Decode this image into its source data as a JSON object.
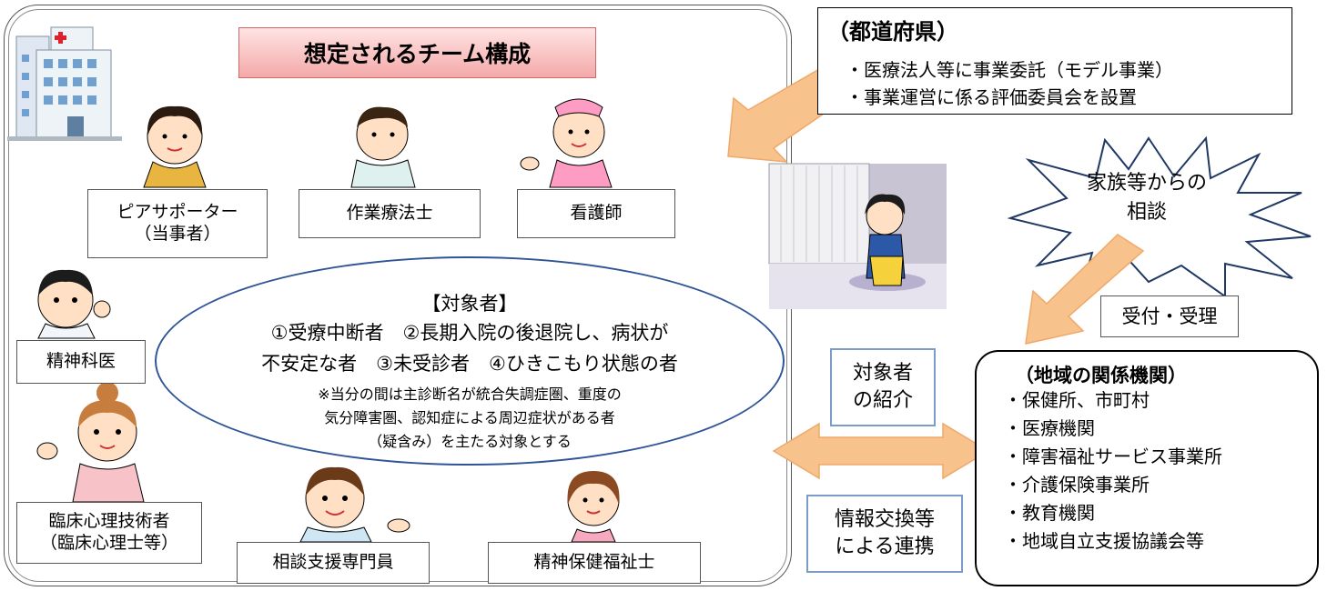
{
  "team": {
    "title": "想定されるチーム構成",
    "roles": {
      "peer_line1": "ピアサポーター",
      "peer_line2": "（当事者）",
      "ot": "作業療法士",
      "nurse": "看護師",
      "psychiatrist": "精神科医",
      "psych_line1": "臨床心理技術者",
      "psych_line2": "（臨床心理士等）",
      "counselor": "相談支援専門員",
      "psw": "精神保健福祉士"
    },
    "target": {
      "heading": "【対象者】",
      "line1": "①受療中断者　②長期入院の後退院し、病状が",
      "line2": "不安定な者　③未受診者　④ひきこもり状態の者",
      "note1": "※当分の間は主診断名が統合失調症圏、重度の",
      "note2": "気分障害圏、認知症による周辺症状がある者",
      "note3": "（疑含み）を主たる対象とする"
    }
  },
  "prefecture": {
    "title": "（都道府県）",
    "item1": "・医療法人等に事業委託（モデル事業）",
    "item2": "・事業運営に係る評価委員会を設置"
  },
  "family": {
    "line1": "家族等からの",
    "line2": "相談"
  },
  "reception": "受付・受理",
  "referral": {
    "line1": "対象者",
    "line2": "の紹介"
  },
  "exchange": {
    "line1": "情報交換等",
    "line2": "による連携"
  },
  "agencies": {
    "title": "（地域の関係機関）",
    "items": [
      "・保健所、市町村",
      "・医療機関",
      "・障害福祉サービス事業所",
      "・介護保険事業所",
      "・教育機関",
      "・地域自立支援協議会等"
    ]
  }
}
